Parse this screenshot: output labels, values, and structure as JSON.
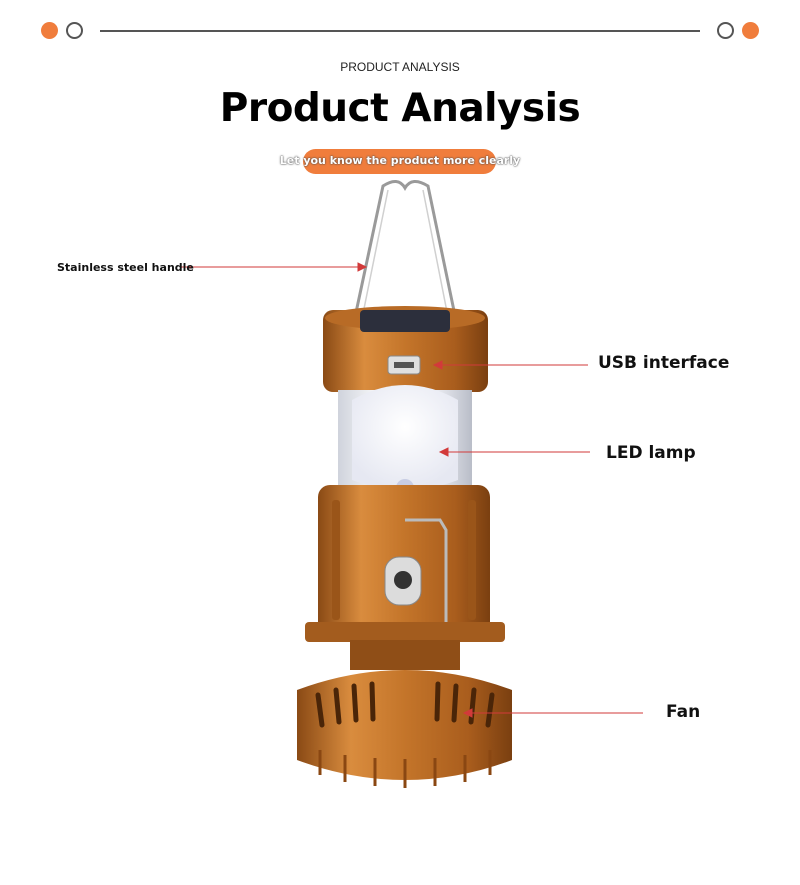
{
  "header": {
    "eyebrow": "PRODUCT ANALYSIS",
    "title": "Product Analysis",
    "subtitle": "Let you know the product more clearly"
  },
  "callouts": {
    "handle": "Stainless steel handle",
    "usb": "USB interface",
    "led": "LED lamp",
    "fan": "Fan"
  },
  "colors": {
    "accent": "#f07d3c",
    "copper": "#c4752a",
    "pointer": "#d23a3a"
  }
}
